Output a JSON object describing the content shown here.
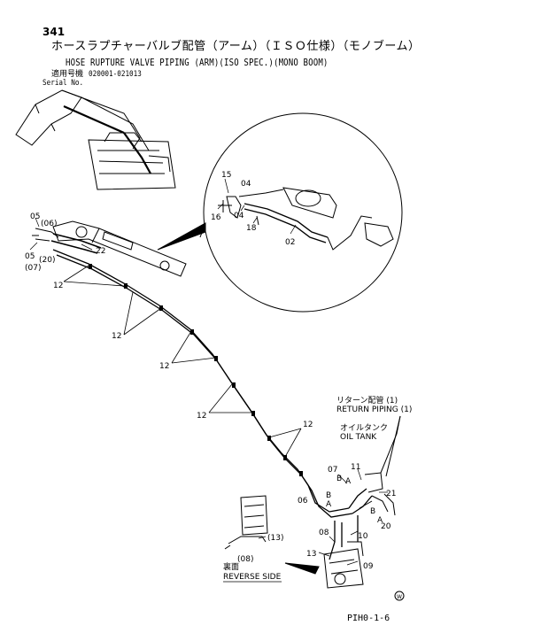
{
  "header": {
    "page_number": "341",
    "title_jp": "ホースラプチャーバルブ配管（アーム）（ＩＳＯ仕様）（モノブーム）",
    "title_en": "HOSE RUPTURE VALVE PIPING (ARM)(ISO SPEC.)(MONO BOOM)",
    "serial_label_jp": "適用号機",
    "serial_label_en": "Serial No.",
    "serial_range": "020001-021013"
  },
  "labels": {
    "return_piping_jp": "リターン配管 (1)",
    "return_piping_en": "RETURN PIPING (1)",
    "oil_tank_jp": "オイルタンク",
    "oil_tank_en": "OIL TANK",
    "reverse_side_jp": "裏面",
    "reverse_side_en": "REVERSE SIDE",
    "callout_02": "02",
    "callout_04a": "04",
    "callout_04b": "04",
    "callout_05a": "05",
    "callout_05b": "05",
    "callout_06a": "(06)",
    "callout_06b": "06",
    "callout_07a": "(07)",
    "callout_07b": "07",
    "callout_08": "08",
    "callout_08b": "(08)",
    "callout_09": "09",
    "callout_10": "10",
    "callout_11": "11",
    "callout_12a": "12",
    "callout_12b": "12",
    "callout_12c": "12",
    "callout_12d": "12",
    "callout_12e": "12",
    "callout_13": "13",
    "callout_13b": "(13)",
    "callout_15": "15",
    "callout_16": "16",
    "callout_18": "18",
    "callout_20a": "(20)",
    "callout_20b": "20",
    "callout_21": "21",
    "callout_22": "22",
    "port_a1": "A",
    "port_b1": "B",
    "port_a2": "A",
    "port_b2": "B",
    "port_a3": "A",
    "port_b3": "B",
    "mark_w": "W"
  },
  "footer": {
    "drawing_code": "PIH0-1-6"
  }
}
